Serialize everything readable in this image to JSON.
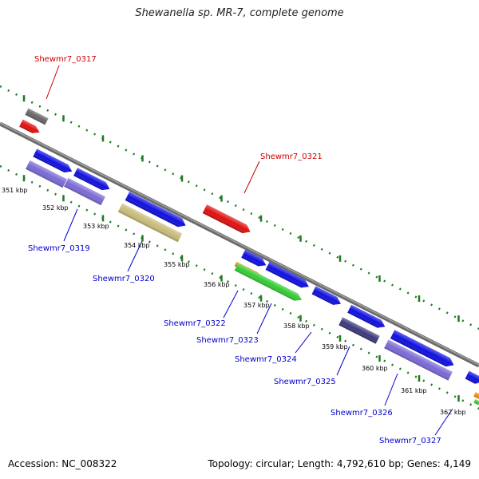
{
  "title": "Shewanella sp. MR-7, complete genome",
  "footer": {
    "accession": "Accession: NC_008322",
    "topology": "Topology: circular; Length: 4,792,610 bp; Genes: 4,149"
  },
  "colors": {
    "backbone": "#8a8a8a",
    "tick": "#1f7a1f",
    "gene_blue": "#1010e0",
    "gene_red": "#e01010",
    "gene_lavender": "#7a6ad6",
    "gene_khaki": "#c8bb7a",
    "gene_green": "#33cc33",
    "gene_orange": "#f0900a",
    "gene_navy": "#3c3a7a",
    "gene_gray": "#666666",
    "label_red": "#cc0000",
    "label_blue": "#0000cc"
  },
  "ticks": [
    {
      "label": "351 kbp"
    },
    {
      "label": "352 kbp"
    },
    {
      "label": "353 kbp"
    },
    {
      "label": "354 kbp"
    },
    {
      "label": "355 kbp"
    },
    {
      "label": "356 kbp"
    },
    {
      "label": "357 kbp"
    },
    {
      "label": "358 kbp"
    },
    {
      "label": "359 kbp"
    },
    {
      "label": "360 kbp"
    },
    {
      "label": "361 kbp"
    },
    {
      "label": "362 kbp"
    }
  ],
  "gene_labels": [
    {
      "name": "Shewmr7_0317"
    },
    {
      "name": "Shewmr7_0321"
    },
    {
      "name": "Shewmr7_0319"
    },
    {
      "name": "Shewmr7_0320"
    },
    {
      "name": "Shewmr7_0322"
    },
    {
      "name": "Shewmr7_0323"
    },
    {
      "name": "Shewmr7_0324"
    },
    {
      "name": "Shewmr7_0325"
    },
    {
      "name": "Shewmr7_0326"
    },
    {
      "name": "Shewmr7_0327"
    }
  ]
}
